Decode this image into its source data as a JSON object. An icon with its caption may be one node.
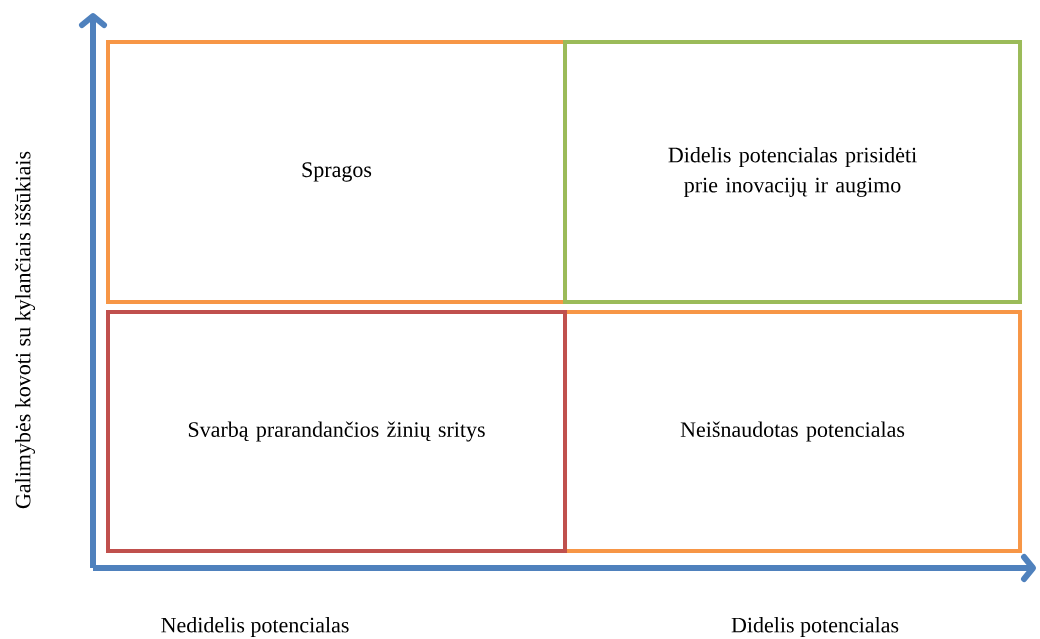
{
  "diagram": {
    "nodes": [
      {
        "text": [
          "Spragos"
        ]
      },
      {
        "text": [
          "Didelis potencialas prisidėti prie inovacijų ir augimo"
        ]
      },
      {
        "text": [
          "Svarbą prarandančios žinių sritys"
        ]
      },
      {
        "text": [
          "Neišnaudotas potencialas"
        ]
      }
    ],
    "labels": [
      "Galimybės kovoti su kylančiais iššūkiais",
      "Nedidelis potencialas",
      "Didelis potencialas"
    ]
  }
}
